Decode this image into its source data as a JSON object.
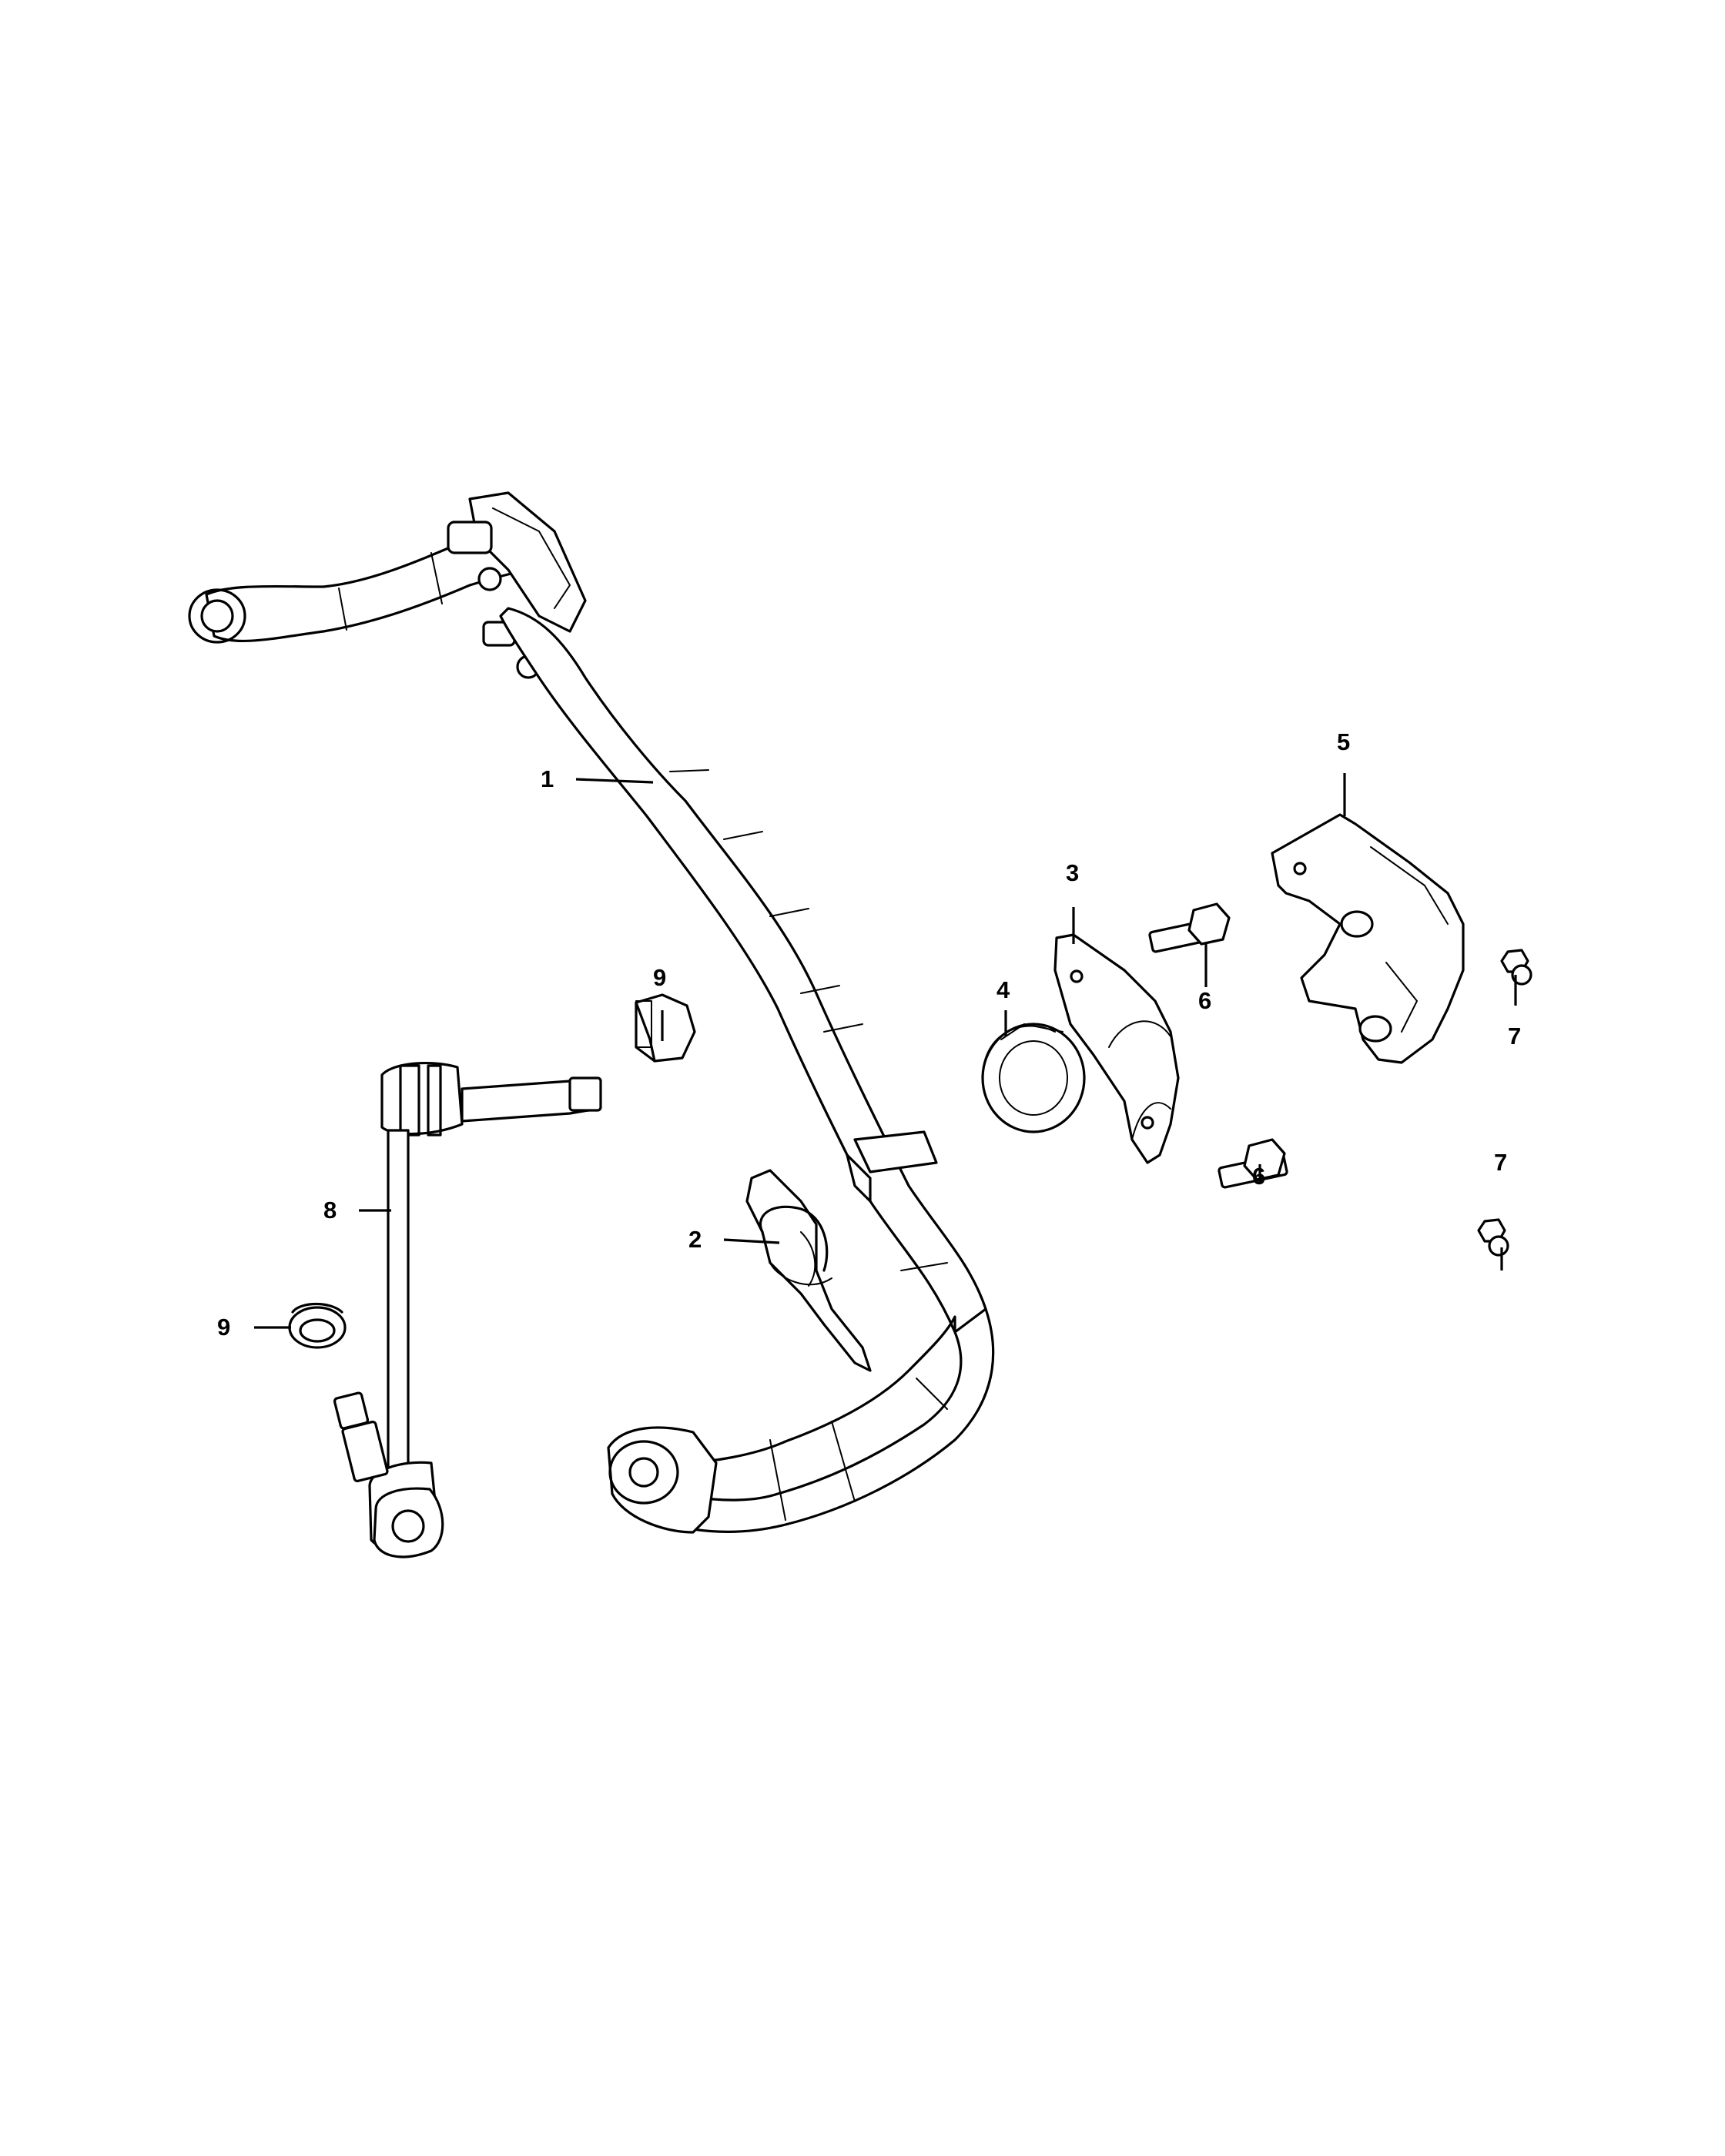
{
  "callouts": [
    {
      "id": "c1",
      "text": "1"
    },
    {
      "id": "c2",
      "text": "2"
    },
    {
      "id": "c3",
      "text": "3"
    },
    {
      "id": "c4",
      "text": "4"
    },
    {
      "id": "c5",
      "text": "5"
    },
    {
      "id": "c6a",
      "text": "6"
    },
    {
      "id": "c6b",
      "text": "6"
    },
    {
      "id": "c7a",
      "text": "7"
    },
    {
      "id": "c7b",
      "text": "7"
    },
    {
      "id": "c8",
      "text": "8"
    },
    {
      "id": "c9a",
      "text": "9"
    },
    {
      "id": "c9b",
      "text": "9"
    }
  ]
}
